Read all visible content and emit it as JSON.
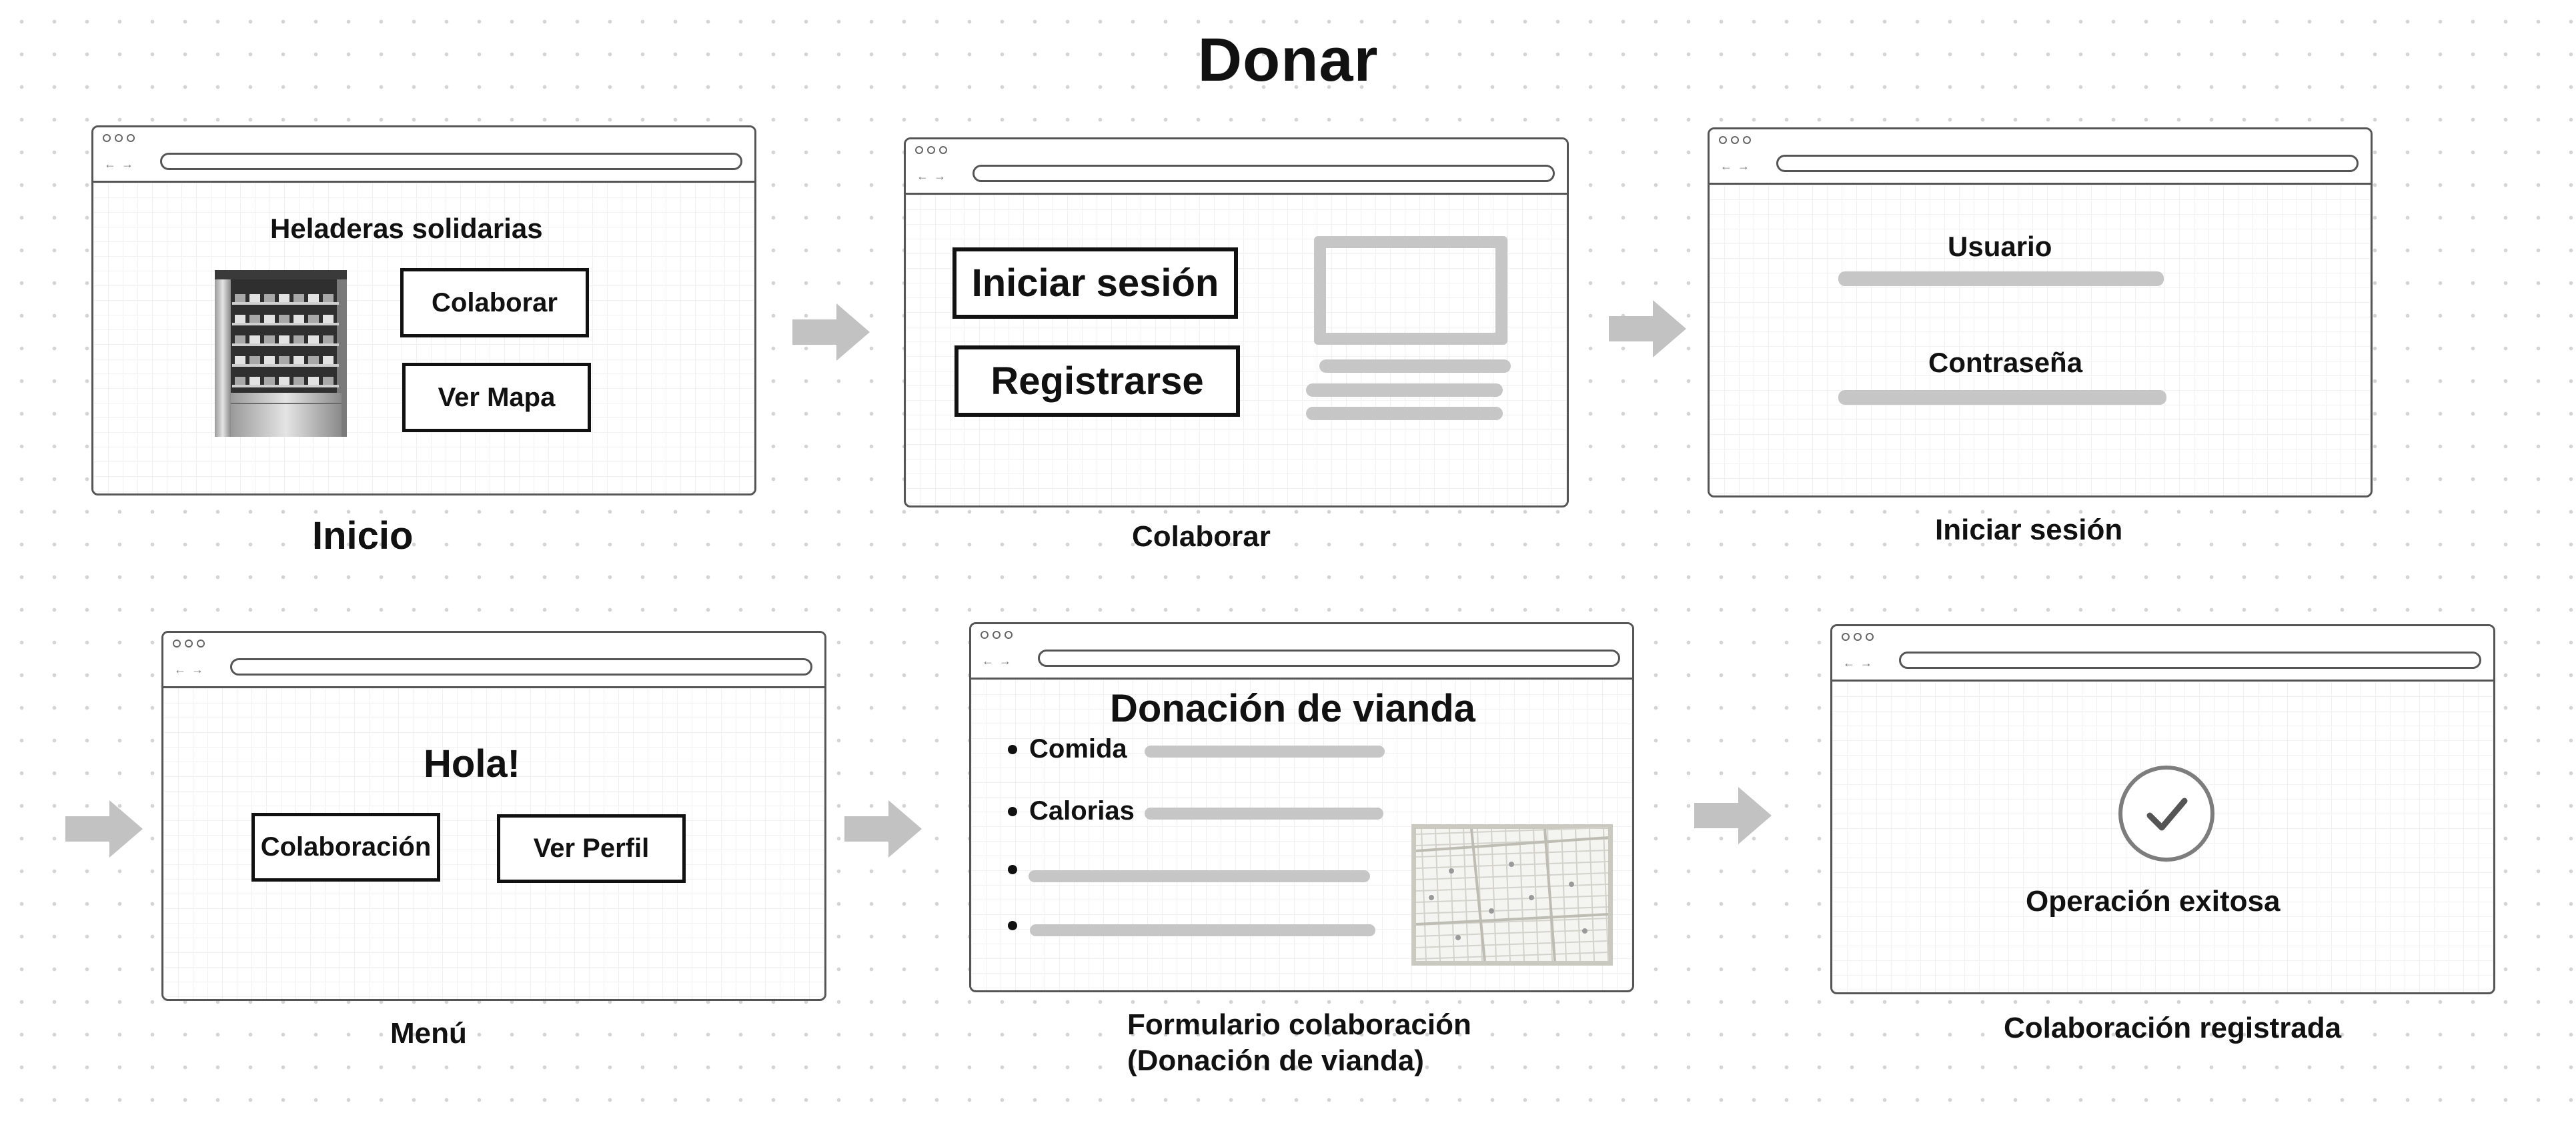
{
  "title": "Donar",
  "screens": {
    "inicio": {
      "caption": "Inicio",
      "heading": "Heladeras solidarias",
      "buttons": [
        "Colaborar",
        "Ver Mapa"
      ]
    },
    "colaborar": {
      "caption": "Colaborar",
      "buttons": [
        "Iniciar sesión",
        "Registrarse"
      ]
    },
    "iniciar_sesion": {
      "caption": "Iniciar sesión",
      "fields": [
        "Usuario",
        "Contraseña"
      ]
    },
    "menu": {
      "caption": "Menú",
      "greeting": "Hola!",
      "buttons": [
        "Colaboración",
        "Ver Perfil"
      ]
    },
    "formulario": {
      "caption_line1": "Formulario colaboración",
      "caption_line2": "(Donación de vianda)",
      "heading": "Donación de vianda",
      "bullets": [
        "Comida",
        "Calorias"
      ]
    },
    "registrada": {
      "caption": "Colaboración registrada",
      "message": "Operación exitosa"
    }
  },
  "colors": {
    "outline": "#555555",
    "placeholder": "#c6c6c6",
    "arrow": "#c2c2c2"
  },
  "icons": [
    "fridge-image",
    "image-placeholder-icon",
    "map-thumbnail",
    "check-circle-icon",
    "arrow-right-icon"
  ]
}
